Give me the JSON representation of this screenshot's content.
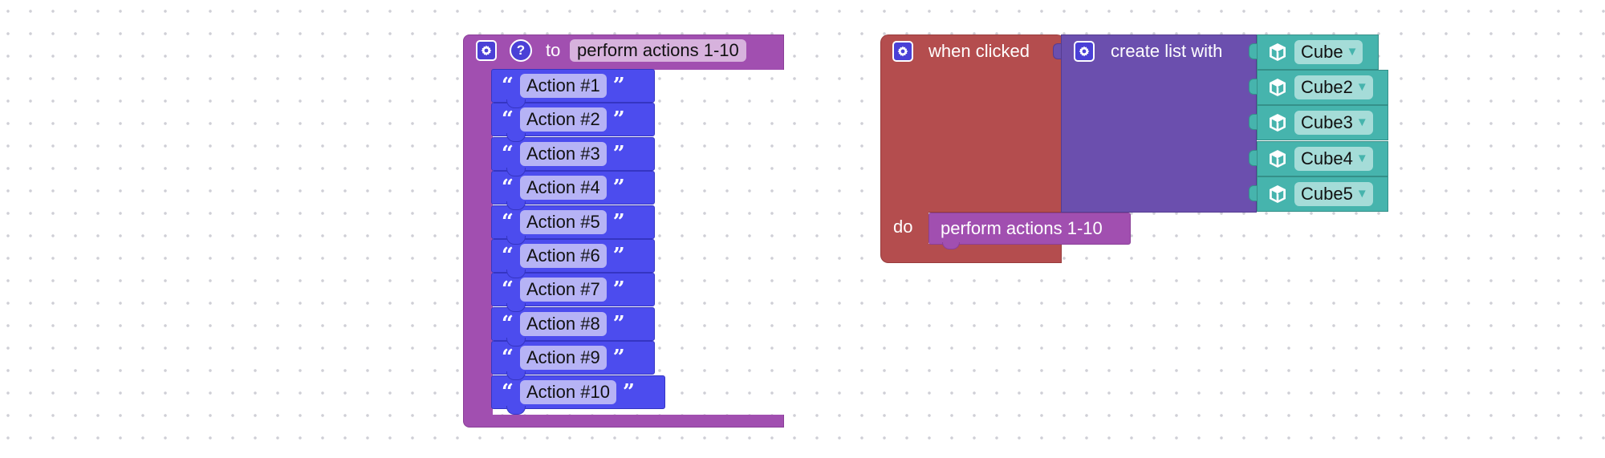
{
  "procedure": {
    "to_label": "to",
    "name": "perform actions 1-10",
    "help_symbol": "?",
    "actions": [
      "Action #1",
      "Action #2",
      "Action #3",
      "Action #4",
      "Action #5",
      "Action #6",
      "Action #7",
      "Action #8",
      "Action #9",
      "Action #10"
    ],
    "quote_open": "“",
    "quote_close": "”"
  },
  "event": {
    "label": "when clicked",
    "do_label": "do",
    "call_label": "perform actions 1-10"
  },
  "list": {
    "label": "create list with",
    "items": [
      "Cube",
      "Cube2",
      "Cube3",
      "Cube4",
      "Cube5"
    ],
    "dropdown_arrow": "▼"
  },
  "colors": {
    "procedure": "#a14fb0",
    "text_block": "#4c4cee",
    "event": "#b44d4e",
    "list": "#6b4fae",
    "object": "#46b4ad"
  }
}
